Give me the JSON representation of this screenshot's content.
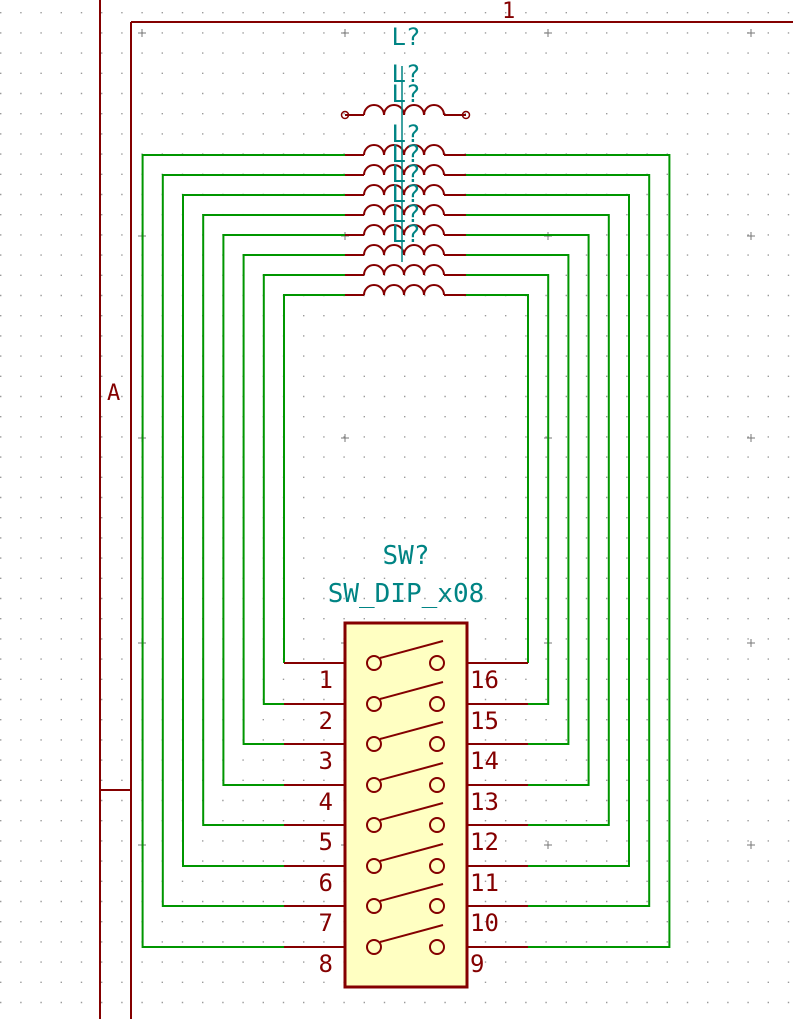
{
  "colors": {
    "background": "#ffffff",
    "grid": "#9a9a9a",
    "frame": "#840000",
    "wire": "#009600",
    "component": "#840000",
    "component_fill": "#ffffc2",
    "reference_text": "#008484",
    "pin_text": "#840000"
  },
  "frame": {
    "column_label": "1",
    "row_label": "A"
  },
  "switch": {
    "reference": "SW?",
    "value": "SW_DIP_x08",
    "left_pins": [
      "1",
      "2",
      "3",
      "4",
      "5",
      "6",
      "7",
      "8"
    ],
    "right_pins": [
      "16",
      "15",
      "14",
      "13",
      "12",
      "11",
      "10",
      "9"
    ]
  },
  "inductors": {
    "reference": "L?",
    "count": 9,
    "stacked_reference_labels": [
      "L?",
      "L?",
      "L?",
      "L?",
      "L?",
      "L?",
      "L?",
      "L?"
    ]
  },
  "icons": {
    "grid": "dot-grid",
    "pin_end": "circle-pin-icon",
    "inductor": "coil-icon",
    "switch_contact": "toggle-contact-icon"
  }
}
